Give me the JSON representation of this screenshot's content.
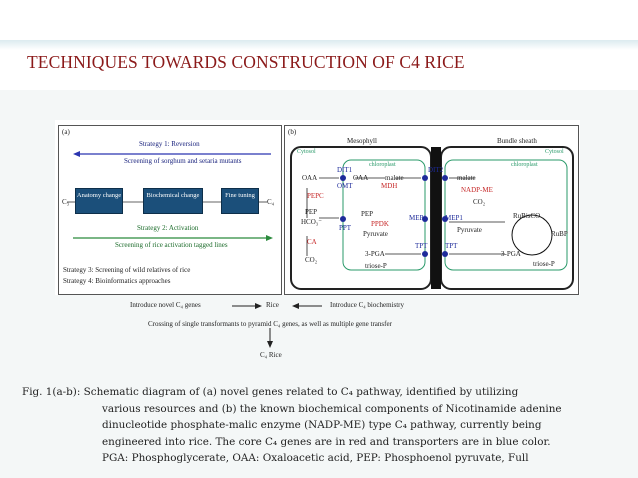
{
  "slide": {
    "title": "TECHNIQUES TOWARDS CONSTRUCTION OF C4 RICE"
  },
  "panel_a": {
    "tag": "(a)",
    "strategy1": "Strategy 1: Reversion",
    "screen1": "Screening of sorghum and setaria mutants",
    "left_label": "C₃",
    "right_label": "C₄",
    "boxes": [
      "Anatomy change",
      "Biochemical change",
      "Fine tuning"
    ],
    "strategy2": "Strategy 2: Activation",
    "screen2": "Screening of rice activation tagged lines",
    "strategy3": "Strategy 3: Screening of wild relatives of rice",
    "strategy4": "Strategy 4: Bioinformatics approaches"
  },
  "panel_b": {
    "tag": "(b)",
    "mesophyll": "Mesophyll",
    "bundle_sheath": "Bundle sheath",
    "cytosol": "Cytosol",
    "chloroplast": "chloroplast",
    "labels": {
      "oaa1": "OAA",
      "omt": "OMT",
      "dit1": "DIT1",
      "oaa2": "OAA",
      "malate1": "malate",
      "mdh": "MDH",
      "dit2": "DIT2",
      "malate2": "malate",
      "nadp_me": "NADP-ME",
      "co2_bs": "CO₂",
      "pepc": "PEPC",
      "pep1": "PEP",
      "pep2": "PEP",
      "hco3": "HCO₃⁻",
      "ppt": "PPT",
      "ppdk": "PPDK",
      "pyruvate1": "Pyruvate",
      "mep1": "MEP1",
      "mep1b": "MEP1",
      "pyruvate2": "Pyruvate",
      "rubisco": "RuBisCO",
      "rubp": "RuBP",
      "ca": "CA",
      "co2_m": "CO₂",
      "pga3_1": "3-PGA",
      "tpt1": "TPT",
      "tpt2": "TPT",
      "pga3_2": "3-PGA",
      "triose1": "triose-P",
      "triose2": "triose-P"
    }
  },
  "below_fig": {
    "introduce_novel": "Introduce novel C₄ genes",
    "rice": "Rice",
    "introduce_bio": "Introduce C₄ biochemistry",
    "crossing": "Crossing of single transformants to pyramid C₄ genes, as well as multiple gene transfer",
    "c4_rice": "C₄ Rice"
  },
  "caption_lines": [
    "Fig. 1(a-b):  Schematic diagram of (a) novel genes related to C₄ pathway, identified by utilizing",
    "               various resources and (b) the known biochemical components of Nicotinamide adenine",
    "               dinucleotide phosphate-malic enzyme (NADP-ME) type C₄ pathway, currently being",
    "               engineered into rice. The core C₄ genes are in red and transporters are in blue color.",
    "               PGA: Phosphoglycerate, OAA: Oxaloacetic acid, PEP: Phosphoenol pyruvate, Full"
  ]
}
